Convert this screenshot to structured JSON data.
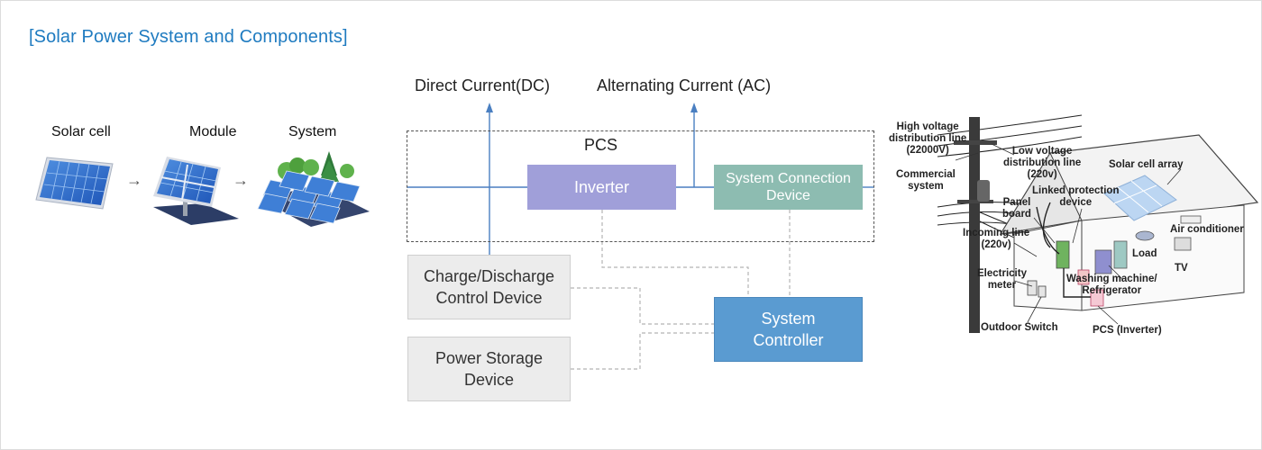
{
  "title": "[Solar Power System and Components]",
  "stages": {
    "solar_cell": "Solar cell",
    "module": "Module",
    "system": "System",
    "arrow": "→"
  },
  "diagram": {
    "dc_label": "Direct Current(DC)",
    "ac_label": "Alternating Current (AC)",
    "pcs_label": "PCS",
    "inverter": "Inverter",
    "system_connection": "System Connection\nDevice",
    "charge_discharge": "Charge/Discharge\nControl Device",
    "power_storage": "Power Storage\nDevice",
    "system_controller": "System\nController"
  },
  "house": {
    "high_voltage": "High voltage\ndistribution line\n(22000V)",
    "low_voltage": "Low voltage\ndistribution line\n(220v)",
    "commercial": "Commercial\nsystem",
    "solar_array": "Solar cell array",
    "linked_protection": "Linked protection\ndevice",
    "panel_board": "Panel\nboard",
    "incoming_line": "Incoming line\n(220v)",
    "air_conditioner": "Air conditioner",
    "load": "Load",
    "tv": "TV",
    "electricity_meter": "Electricity\nmeter",
    "washing_machine": "Washing machine/\nRefrigerator",
    "outdoor_switch": "Outdoor Switch",
    "pcs_inverter": "PCS (Inverter)"
  },
  "colors": {
    "title": "#1f7bc0",
    "inverter": "#a09fd9",
    "system_connection": "#8dbcb1",
    "controller": "#5a9bd1",
    "line": "#4a7fc1",
    "dashed": "#b5b5b5"
  }
}
